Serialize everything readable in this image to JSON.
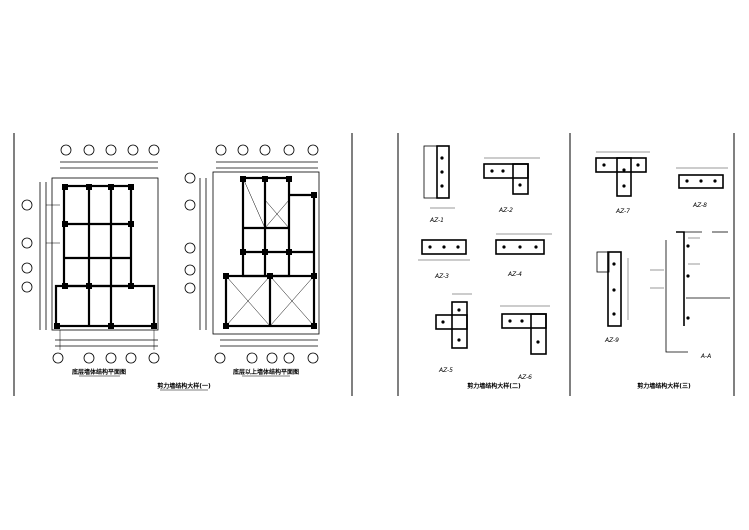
{
  "panel1": {
    "plan_left_title": "底层墙体结构平面图",
    "plan_right_title": "底层以上墙体结构平面图",
    "sheet_title": "剪力墙结构大样(一)"
  },
  "panel2": {
    "sheet_title": "剪力墙结构大样(二)",
    "details": [
      "AZ-1",
      "AZ-2",
      "AZ-3",
      "AZ-4",
      "AZ-5",
      "AZ-6"
    ]
  },
  "panel3": {
    "sheet_title": "剪力墙结构大样(三)",
    "details": [
      "AZ-7",
      "AZ-8",
      "AZ-9"
    ],
    "section_label": "A-A"
  }
}
